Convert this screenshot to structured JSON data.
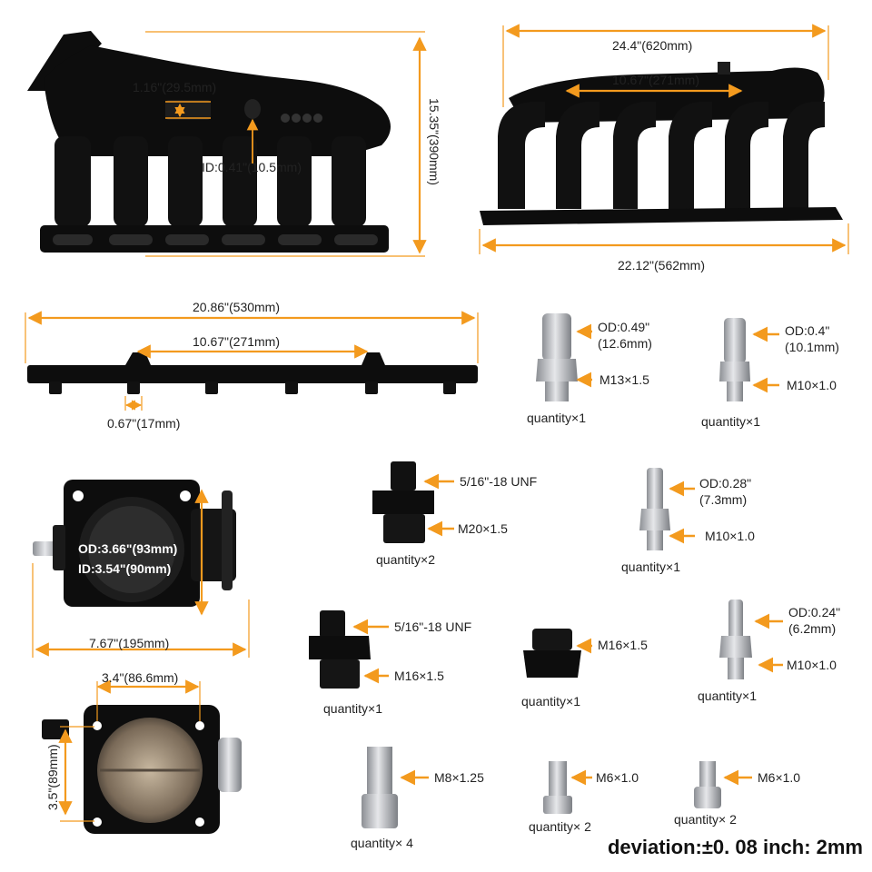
{
  "colors": {
    "accent": "#f39a1e",
    "part": "#0d0d0d",
    "steel": "#b7b9bd"
  },
  "manifold_front": {
    "height": "15.35\"(390mm)",
    "port_size": "1.16\"(29.5mm)",
    "id": "ID:0.41\"(10.5mm)"
  },
  "manifold_side": {
    "top_width": "24.4\"(620mm)",
    "runner_span": "10.67\"(271mm)",
    "base_width": "22.12\"(562mm)"
  },
  "fuel_rail": {
    "length": "20.86\"(530mm)",
    "mount_span": "10.67\"(271mm)",
    "injector_port": "0.67\"(17mm)"
  },
  "fittings": [
    {
      "od": "OD:0.49\"",
      "od_mm": "(12.6mm)",
      "thread": "M13×1.5",
      "qty": "quantity×1"
    },
    {
      "od": "OD:0.4\"",
      "od_mm": "(10.1mm)",
      "thread": "M10×1.0",
      "qty": "quantity×1"
    },
    {
      "thread_top": "5/16\"-18 UNF",
      "thread": "M20×1.5",
      "qty": "quantity×2"
    },
    {
      "od": "OD:0.28\"",
      "od_mm": "(7.3mm)",
      "thread": "M10×1.0",
      "qty": "quantity×1"
    },
    {
      "thread_top": "5/16\"-18 UNF",
      "thread": "M16×1.5",
      "qty": "quantity×1"
    },
    {
      "thread": "M16×1.5",
      "qty": "quantity×1"
    },
    {
      "od": "OD:0.24\"",
      "od_mm": "(6.2mm)",
      "thread": "M10×1.0",
      "qty": "quantity×1"
    },
    {
      "thread": "M8×1.25",
      "qty": "quantity× 4"
    },
    {
      "thread": "M6×1.0",
      "qty": "quantity× 2"
    },
    {
      "thread": "M6×1.0",
      "qty": "quantity× 2"
    }
  ],
  "throttle_body": {
    "od": "OD:3.66\"(93mm)",
    "id": "ID:3.54\"(90mm)",
    "width": "7.67\"(195mm)",
    "bolt_span": "3.4\"(86.6mm)",
    "height": "3.5\"(89mm)"
  },
  "footer": "deviation:±0. 08 inch: 2mm"
}
